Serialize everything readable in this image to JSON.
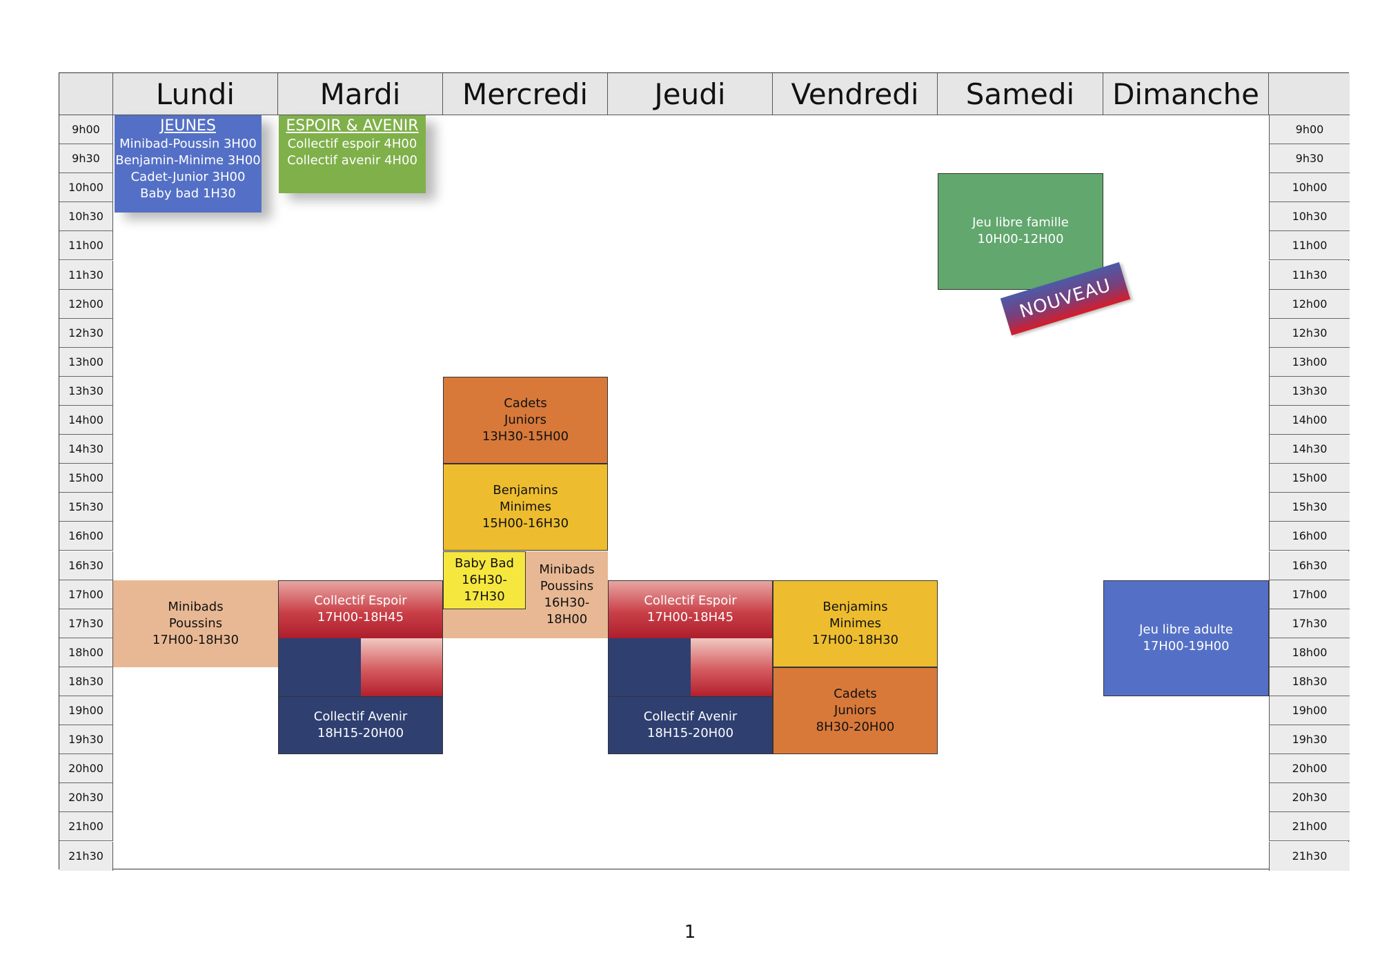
{
  "days": [
    "Lundi",
    "Mardi",
    "Mercredi",
    "Jeudi",
    "Vendredi",
    "Samedi",
    "Dimanche"
  ],
  "times": [
    "9h00",
    "9h30",
    "10h00",
    "10h30",
    "11h00",
    "11h30",
    "12h00",
    "12h30",
    "13h00",
    "13h30",
    "14h00",
    "14h30",
    "15h00",
    "15h30",
    "16h00",
    "16h30",
    "17h00",
    "17h30",
    "18h00",
    "18h30",
    "19h00",
    "19h30",
    "20h00",
    "20h30",
    "21h00",
    "21h30"
  ],
  "summary": {
    "jeunes": {
      "title": "JEUNES",
      "lines": [
        "Minibad-Poussin 3H00",
        "Benjamin-Minime 3H00",
        "Cadet-Junior 3H00",
        "Baby bad 1H30"
      ]
    },
    "espoir": {
      "title": "ESPOIR & AVENIR",
      "lines": [
        "Collectif espoir 4H00",
        "Collectif avenir 4H00"
      ]
    }
  },
  "sessions": {
    "lundi_minibads": [
      "Minibads",
      "Poussins",
      "17H00-18H30"
    ],
    "mardi_espoir": [
      "Collectif Espoir",
      "17H00-18H45"
    ],
    "mardi_avenir": [
      "Collectif Avenir",
      "18H15-20H00"
    ],
    "mercredi_cadets": [
      "Cadets",
      "Juniors",
      "13H30-15H00"
    ],
    "mercredi_benjamins": [
      "Benjamins",
      "Minimes",
      "15H00-16H30"
    ],
    "mercredi_babybad": [
      "Baby Bad",
      "16H30-17H30"
    ],
    "mercredi_minibads": [
      "Minibads",
      "Poussins",
      "16H30-18H00"
    ],
    "jeudi_espoir": [
      "Collectif Espoir",
      "17H00-18H45"
    ],
    "jeudi_avenir": [
      "Collectif Avenir",
      "18H15-20H00"
    ],
    "vendredi_benjamins": [
      "Benjamins",
      "Minimes",
      "17H00-18H30"
    ],
    "vendredi_cadets": [
      "Cadets",
      "Juniors",
      "8H30-20H00"
    ],
    "samedi_famille": [
      "Jeu libre famille",
      "10H00-12H00"
    ],
    "dimanche_adulte": [
      "Jeu libre adulte",
      "17H00-19H00"
    ]
  },
  "badge": "NOUVEAU",
  "page_number": "1",
  "colors": {
    "blue": "#5470c6",
    "green": "#7fb04a",
    "peach": "#e8b894",
    "orange": "#d8793a",
    "gold": "#eebd2f",
    "yellow": "#f6e73f",
    "navy": "#2f3f70",
    "red": "#c2303c",
    "famille_green": "#62a76e",
    "adulte_blue": "#5470c6"
  }
}
